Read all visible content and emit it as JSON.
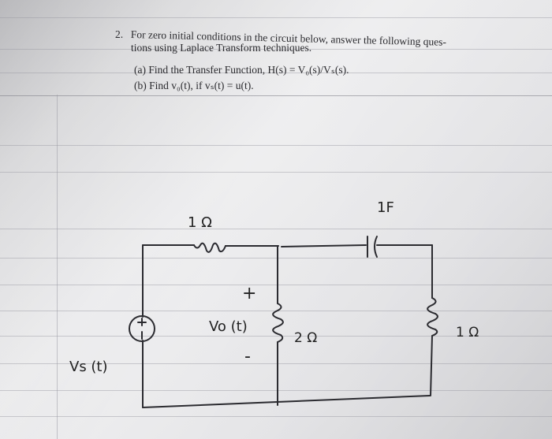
{
  "problem": {
    "number": "2.",
    "line1": "For zero initial conditions in the circuit below, answer the following ques-",
    "line2": "tions using Laplace Transform techniques.",
    "part_a": "(a)  Find the Transfer Function, H(s) = V₀(s)/Vₛ(s).",
    "part_b": "(b)  Find v₀(t), if vₛ(t) = u(t)."
  },
  "circuit": {
    "r1_label": "1 Ω",
    "cap_label": "1F",
    "r2_label": "2 Ω",
    "r3_label": "1 Ω",
    "vo_label": "Vo (t)",
    "plus_sign": "+",
    "minus_sign": "-",
    "source_label": "Vs (t)"
  }
}
